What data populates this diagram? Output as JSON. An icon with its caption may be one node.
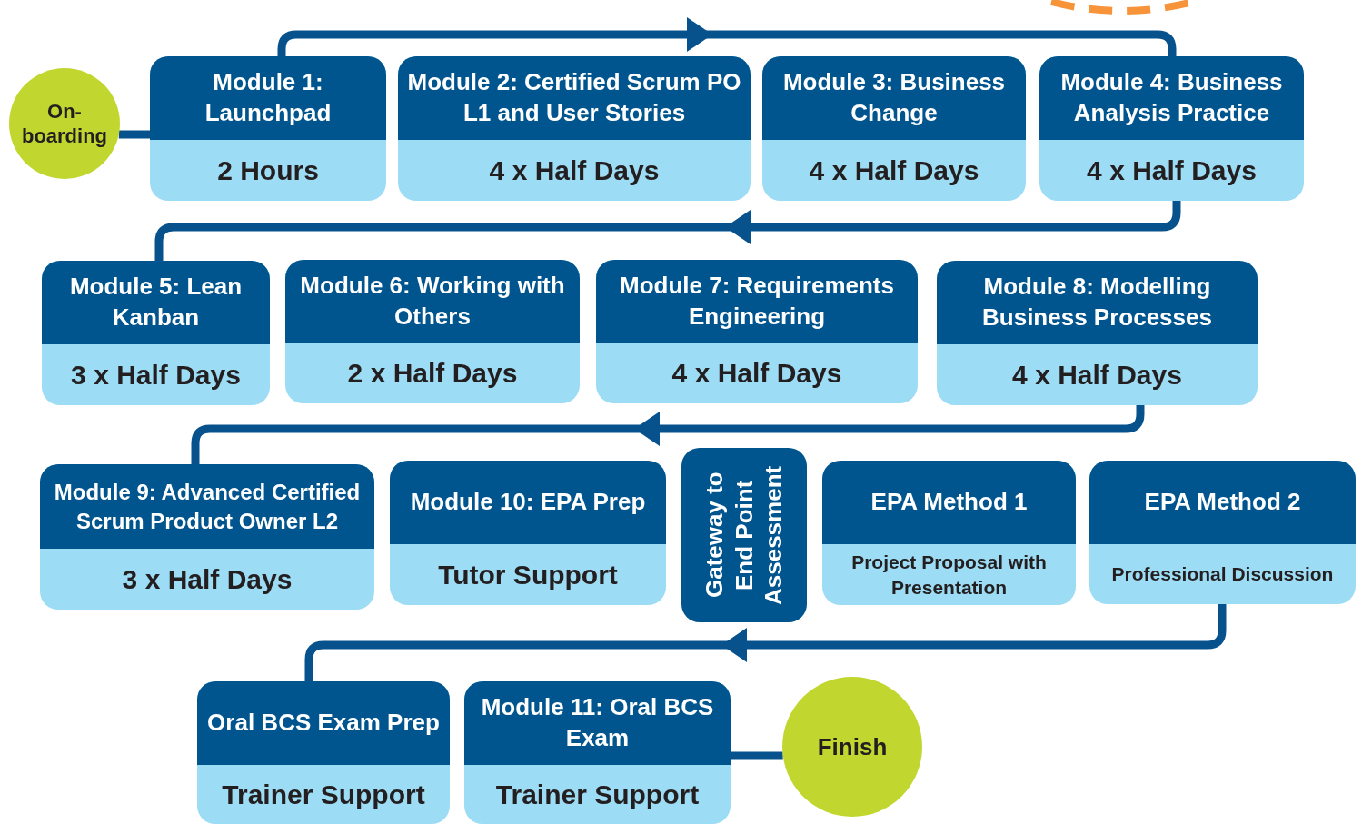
{
  "diagram": {
    "nodes": [
      {
        "text": [
          "On-boarding"
        ]
      },
      {
        "text": [
          "Module 1: Launchpad",
          "2 Hours"
        ]
      },
      {
        "text": [
          "Module 2: Certified Scrum PO L1 and User Stories",
          "4 x Half Days"
        ]
      },
      {
        "text": [
          "Module 3: Business Change",
          "4 x Half Days"
        ]
      },
      {
        "text": [
          "Module 4: Business Analysis Practice",
          "4 x Half Days"
        ]
      },
      {
        "text": [
          "Module 5: Lean Kanban",
          "3 x Half Days"
        ]
      },
      {
        "text": [
          "Module 6: Working with Others",
          "2 x Half Days"
        ]
      },
      {
        "text": [
          "Module 7: Requirements Engineering",
          "4 x Half Days"
        ]
      },
      {
        "text": [
          "Module 8: Modelling Business Processes",
          "4 x Half Days"
        ]
      },
      {
        "text": [
          "Module 9: Advanced Certified Scrum Product Owner L2",
          "3 x Half Days"
        ]
      },
      {
        "text": [
          "Module 10: EPA Prep",
          "Tutor Support"
        ]
      },
      {
        "text": [
          "Gateway to End Point Assessment"
        ]
      },
      {
        "text": [
          "EPA Method 1",
          "Project Proposal with Presentation"
        ]
      },
      {
        "text": [
          "EPA Method 2",
          "Professional Discussion"
        ]
      },
      {
        "text": [
          "Oral BCS Exam Prep",
          "Trainer Support"
        ]
      },
      {
        "text": [
          "Module 11: Oral BCS Exam",
          "Trainer Support"
        ]
      },
      {
        "text": [
          "Finish"
        ]
      }
    ],
    "edges": [
      {
        "from": 0,
        "to": 1,
        "arrow": "none"
      },
      {
        "from": 1,
        "to": 4,
        "arrow": "to"
      },
      {
        "from": 4,
        "to": 5,
        "arrow": "to"
      },
      {
        "from": 8,
        "to": 9,
        "arrow": "to"
      },
      {
        "from": 13,
        "to": 14,
        "arrow": "to"
      },
      {
        "from": 15,
        "to": 16,
        "arrow": "none"
      }
    ]
  }
}
